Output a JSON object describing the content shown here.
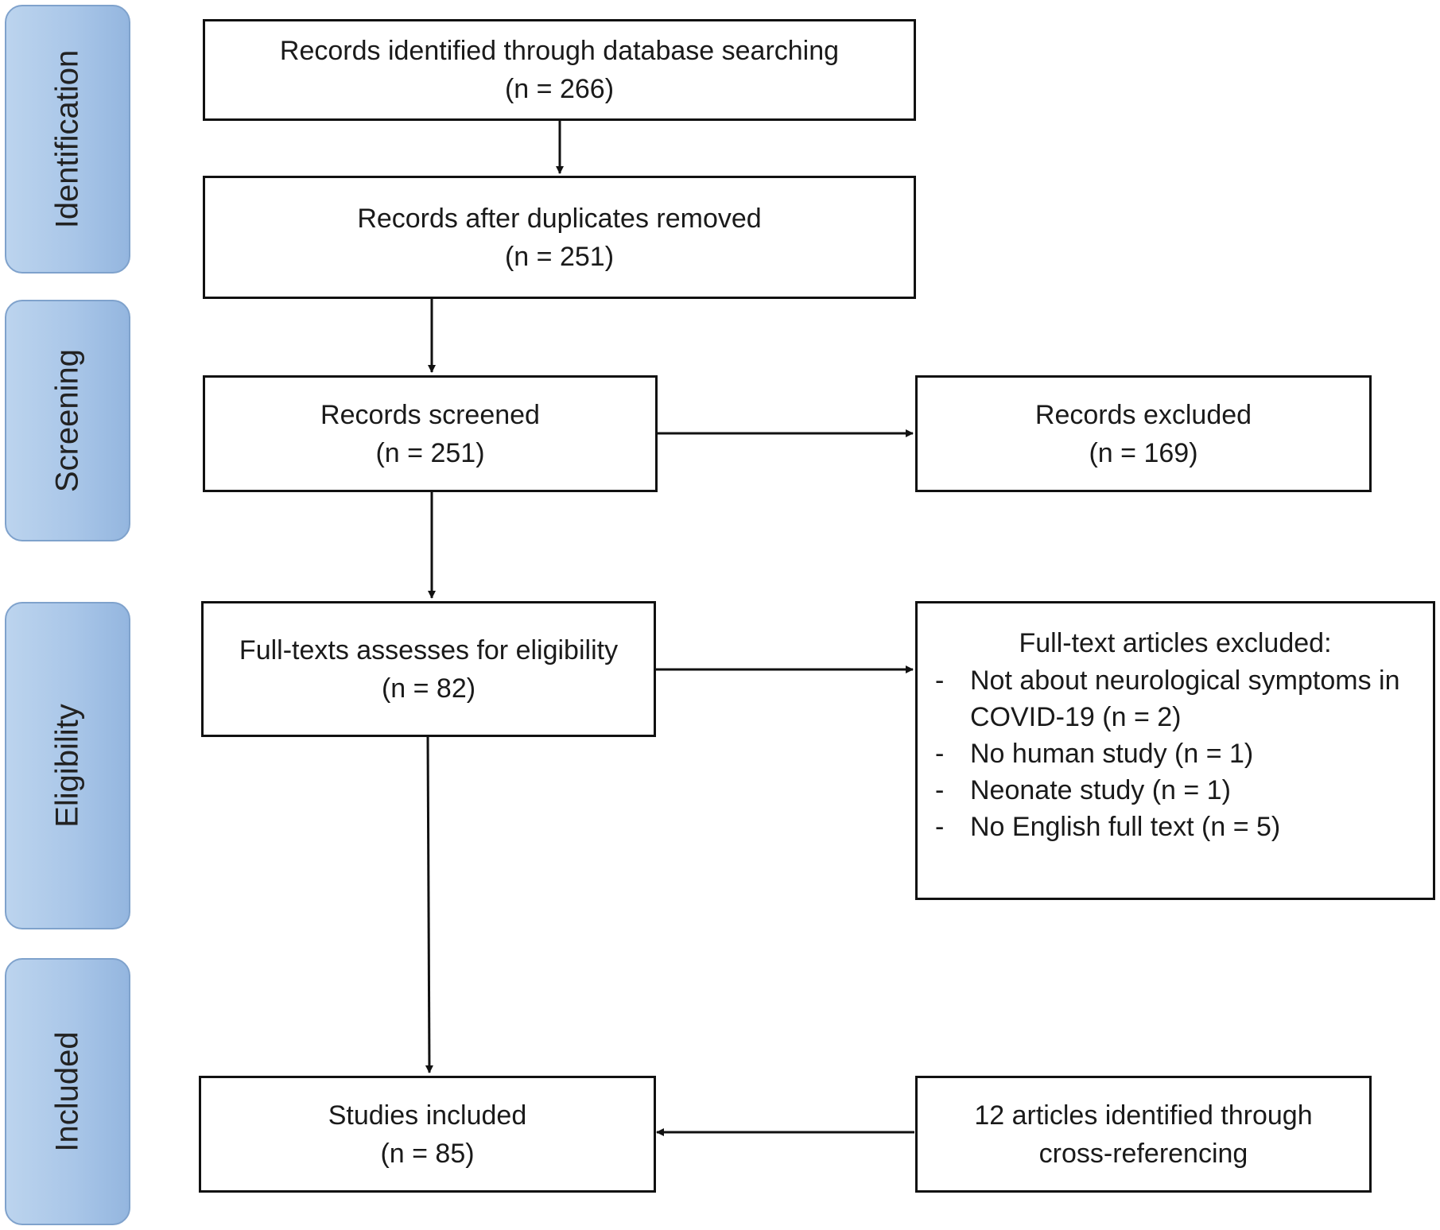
{
  "phases": [
    {
      "id": "identification",
      "label": "Identification"
    },
    {
      "id": "screening",
      "label": "Screening"
    },
    {
      "id": "eligibility",
      "label": "Eligibility"
    },
    {
      "id": "included",
      "label": "Included"
    }
  ],
  "boxes": {
    "identified": {
      "line1": "Records identified through database searching",
      "line2": "(n = 266)"
    },
    "deduplicated": {
      "line1": "Records after duplicates removed",
      "line2": "(n = 251)"
    },
    "screened": {
      "line1": "Records screened",
      "line2": "(n = 251)"
    },
    "excluded": {
      "line1": "Records excluded",
      "line2": "(n = 169)"
    },
    "fulltext": {
      "line1": "Full-texts assesses for eligibility",
      "line2": "(n = 82)"
    },
    "fulltext_excluded": {
      "heading": "Full-text articles excluded:",
      "items": [
        "Not about neurological symptoms in COVID-19 (n = 2)",
        "No human study (n = 1)",
        "Neonate study (n = 1)",
        "No English full text (n = 5)"
      ]
    },
    "included": {
      "line1": "Studies included",
      "line2": "(n = 85)"
    },
    "cross_ref": {
      "line1": "12 articles identified through",
      "line2": "cross-referencing"
    }
  },
  "bullet_glyph": "-",
  "colors": {
    "phase_fill": "#a9c6e8",
    "phase_border": "#7fa2cc",
    "box_border": "#111111"
  }
}
